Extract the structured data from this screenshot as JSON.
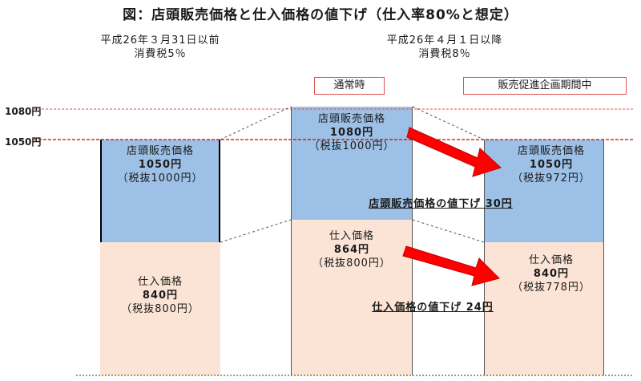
{
  "title": "図：店頭販売価格と仕入価格の値下げ（仕入率80%と想定）",
  "periods": {
    "before": {
      "line1": "平成26年３月31日以前",
      "line2": "消費税5％"
    },
    "after": {
      "line1": "平成26年４月１日以降",
      "line2": "消費税8％"
    }
  },
  "tags": {
    "normal": "通常時",
    "promo": "販売促進企画期間中"
  },
  "y_labels": {
    "high": "1080円",
    "low": "1050円"
  },
  "columns": {
    "before": {
      "retail": {
        "label": "店頭販売価格",
        "price": "1050円",
        "pretax": "（税抜1000円）"
      },
      "purchase": {
        "label": "仕入価格",
        "price": "840円",
        "pretax": "（税抜800円）"
      }
    },
    "normal": {
      "retail": {
        "label": "店頭販売価格",
        "price": "1080円",
        "pretax": "（税抜1000円）"
      },
      "purchase": {
        "label": "仕入価格",
        "price": "864円",
        "pretax": "（税抜800円）"
      }
    },
    "promo": {
      "retail": {
        "label": "店頭販売価格",
        "price": "1050円",
        "pretax": "（税抜972円）"
      },
      "purchase": {
        "label": "仕入価格",
        "price": "840円",
        "pretax": "（税抜778円）"
      }
    }
  },
  "notes": {
    "retail_cut": "店頭販売価格の値下げ 30円",
    "purchase_cut": "仕入価格の値下げ 24円"
  },
  "colors": {
    "retail": "#9dc0e6",
    "purchase": "#fbe4d5",
    "arrow": "#ff0000",
    "guide": "#e05050"
  }
}
